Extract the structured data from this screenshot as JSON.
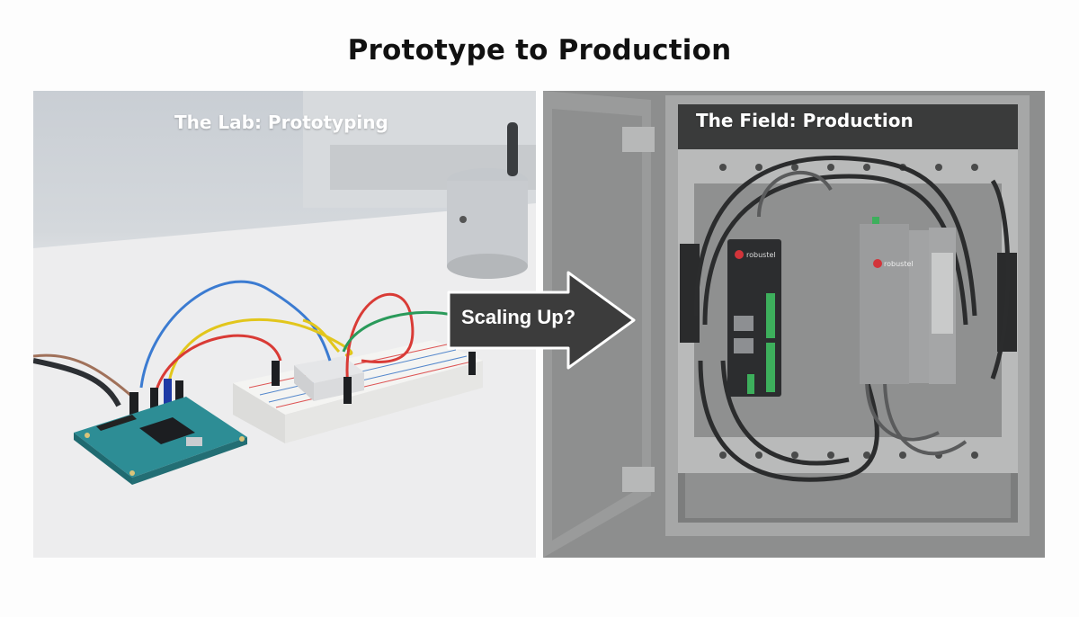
{
  "title": "Prototype to Production",
  "panels": {
    "lab": {
      "label": "The Lab: Prototyping",
      "scene": "development board wired to breadboard with jumper wires on a white desk",
      "wire_colors": [
        "#3b7bd1",
        "#e2c61c",
        "#d93b36",
        "#2a9a5a",
        "#a0715a"
      ]
    },
    "field": {
      "label": "The Field: Production",
      "scene": "open gray industrial enclosure with DIN-rail mounted gateway and controller, cables routed",
      "devices": [
        {
          "name": "gateway",
          "brand_text": "robustel"
        },
        {
          "name": "controller",
          "brand_text": "robustel"
        }
      ]
    }
  },
  "arrow": {
    "label": "Scaling Up?",
    "fill": "#3c3c3c",
    "stroke": "#ffffff"
  }
}
